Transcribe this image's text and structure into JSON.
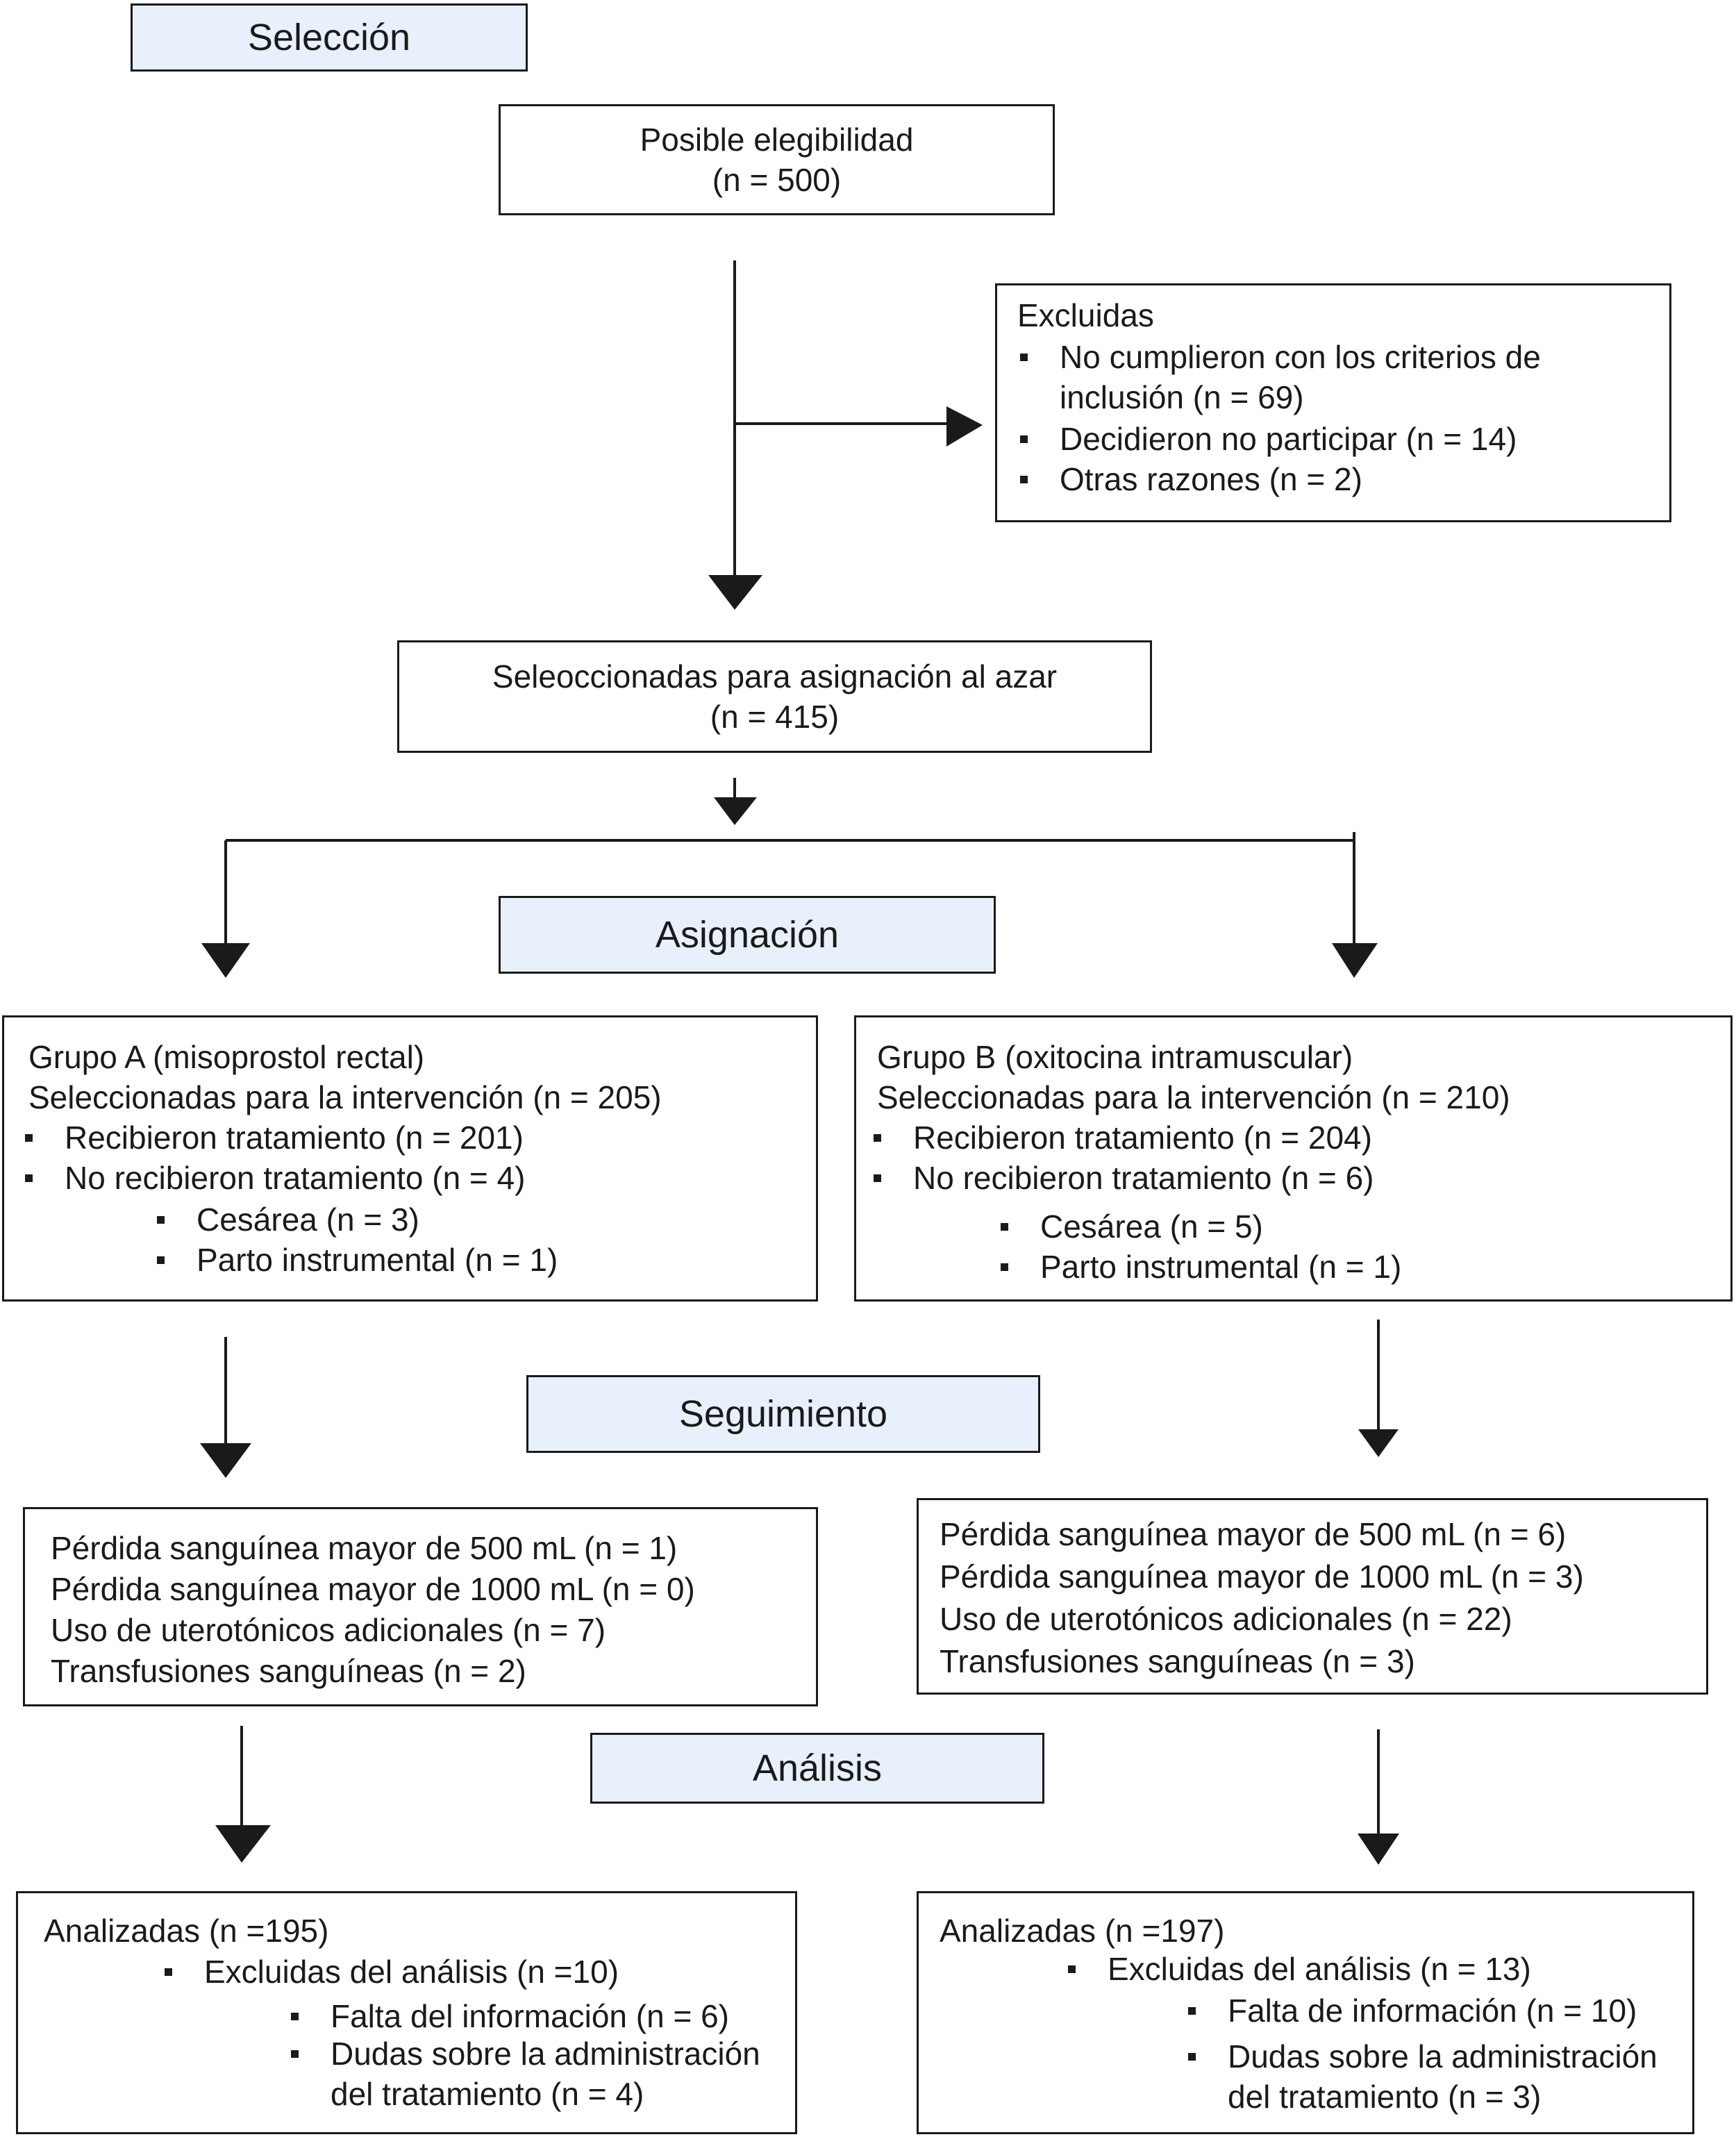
{
  "stages": {
    "seleccion": "Selección",
    "asignacion": "Asignación",
    "seguimiento": "Seguimiento",
    "analisis": "Análisis"
  },
  "eligibility": {
    "title": "Posible elegibilidad",
    "n": "(n = 500)"
  },
  "excluded": {
    "title": "Excluidas",
    "items": [
      "No cumplieron con los criterios de",
      "inclusión (n = 69)",
      "Decidieron no participar (n = 14)",
      "Otras razones (n = 2)"
    ]
  },
  "randomized": {
    "title": "Seleoccionadas para asignación al azar",
    "n": "(n = 415)"
  },
  "group_a": {
    "title": "Grupo A (misoprostol rectal)",
    "selected": "Seleccionadas para la intervención (n = 205)",
    "received": "Recibieron tratamiento (n = 201)",
    "not_received": "No recibieron tratamiento (n = 4)",
    "sub": [
      "Cesárea (n = 3)",
      "Parto instrumental (n = 1)"
    ]
  },
  "group_b": {
    "title": "Grupo B (oxitocina intramuscular)",
    "selected": "Seleccionadas para la intervención (n = 210)",
    "received": "Recibieron tratamiento (n = 204)",
    "not_received": "No recibieron tratamiento (n = 6)",
    "sub": [
      "Cesárea (n = 5)",
      "Parto instrumental (n = 1)"
    ]
  },
  "follow_a": [
    "Pérdida sanguínea mayor de 500 mL (n = 1)",
    "Pérdida sanguínea mayor de 1000 mL (n = 0)",
    "Uso de uterotónicos adicionales (n = 7)",
    "Transfusiones sanguíneas (n = 2)"
  ],
  "follow_b": [
    "Pérdida sanguínea mayor de 500 mL (n = 6)",
    "Pérdida sanguínea mayor de 1000 mL (n = 3)",
    "Uso de uterotónicos adicionales (n = 22)",
    "Transfusiones sanguíneas (n = 3)"
  ],
  "analysis_a": {
    "title": "Analizadas (n =195)",
    "excluded": "Excluidas del análisis (n =10)",
    "missing": "Falta del información (n = 6)",
    "doubts": [
      "Dudas sobre la administración",
      "del tratamiento (n = 4)"
    ]
  },
  "analysis_b": {
    "title": "Analizadas (n =197)",
    "excluded": "Excluidas del análisis (n = 13)",
    "missing": "Falta de información (n = 10)",
    "doubts": [
      "Dudas sobre la administración",
      "del tratamiento (n = 3)"
    ]
  }
}
